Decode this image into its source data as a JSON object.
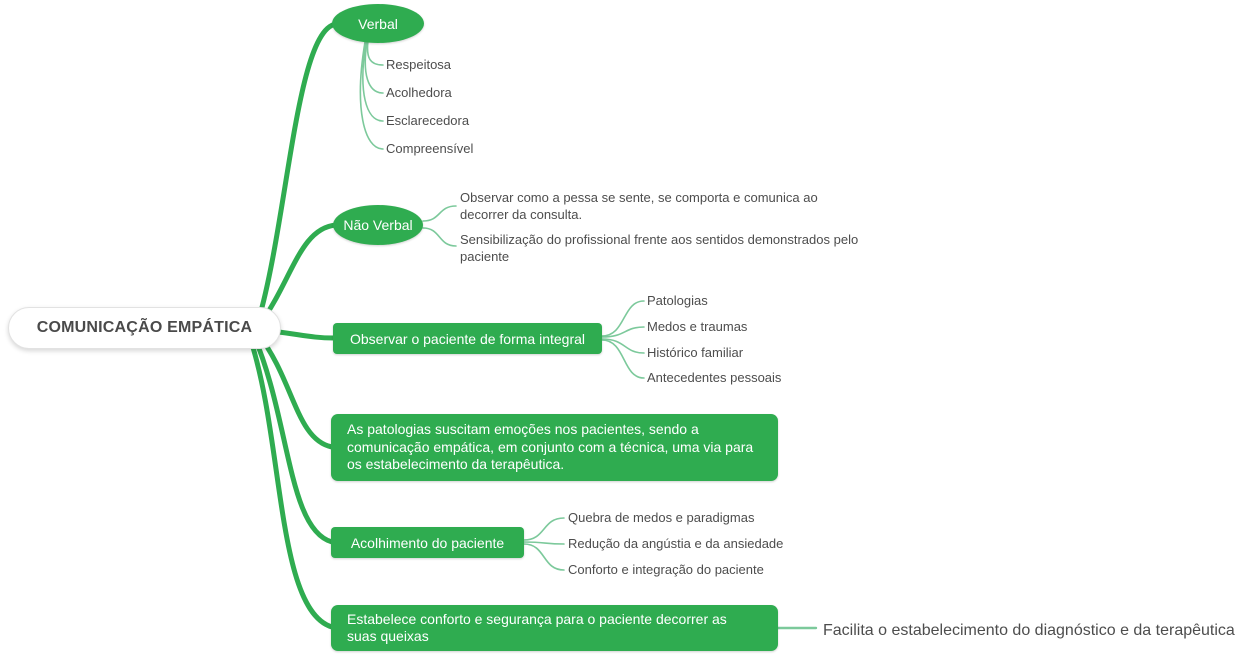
{
  "palette": {
    "node_green": "#2fac50",
    "branch_line_green": "#2fac50",
    "child_line_green": "#7cc99b",
    "leaf_text_gray": "#4d4d4d",
    "node_text_white": "#ffffff",
    "root_background": "#ffffff",
    "root_border": "#e2e2e2"
  },
  "root": {
    "label": "COMUNICAÇÃO EMPÁTICA"
  },
  "branches": [
    {
      "label": "Verbal",
      "shape": "ellipse",
      "children": [
        "Respeitosa",
        "Acolhedora",
        "Esclarecedora",
        "Compreensível"
      ]
    },
    {
      "label": "Não Verbal",
      "shape": "ellipse",
      "children": [
        "Observar como a pessa se sente, se comporta e comunica ao decorrer da consulta.",
        "Sensibilização do profissional frente aos sentidos demonstrados pelo paciente"
      ]
    },
    {
      "label": "Observar o paciente de forma integral",
      "shape": "rectangle",
      "children": [
        "Patologias",
        "Medos e traumas",
        "Histórico familiar",
        "Antecedentes pessoais"
      ]
    },
    {
      "label": "As patologias suscitam emoções nos pacientes, sendo a comunicação empática, em conjunto com a técnica, uma via para os estabelecimento da terapêutica.",
      "shape": "rectangle",
      "children": []
    },
    {
      "label": "Acolhimento do paciente",
      "shape": "rectangle",
      "children": [
        "Quebra de medos e paradigmas",
        "Redução da angústia e da ansiedade",
        "Conforto e integração do paciente"
      ]
    },
    {
      "label": "Estabelece conforto e segurança para o paciente decorrer as suas queixas",
      "shape": "rectangle",
      "children": [
        "Facilita o estabelecimento do diagnóstico e da terapêutica"
      ]
    }
  ]
}
